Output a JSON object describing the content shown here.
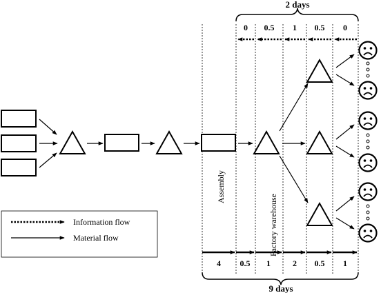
{
  "top_span": {
    "label": "2 days",
    "values": [
      "0",
      "0.5",
      "1",
      "0.5",
      "0"
    ]
  },
  "bottom_span": {
    "label": "9 days",
    "values": [
      "4",
      "0.5",
      "1",
      "2",
      "0.5",
      "1"
    ]
  },
  "stage_labels": {
    "assembly": "Assembly",
    "warehouse": "Factory warehouse"
  },
  "legend": {
    "information": "Information flow",
    "material": "Material flow"
  },
  "icons": [
    "rectangle-process",
    "triangle-inventory",
    "sad-face-customer"
  ],
  "colors": {
    "stroke": "#000000",
    "background": "#ffffff"
  }
}
